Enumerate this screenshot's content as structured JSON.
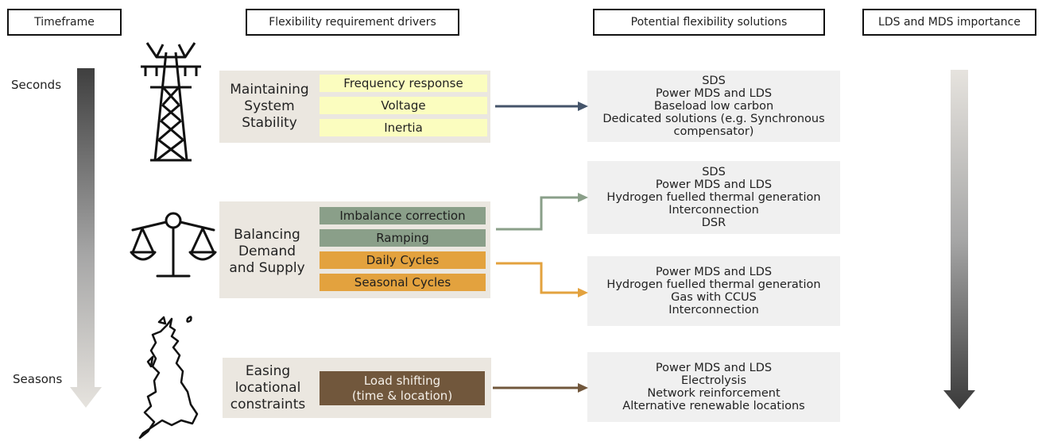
{
  "headers": {
    "timeframe": "Timeframe",
    "drivers": "Flexibility requirement drivers",
    "solutions": "Potential flexibility solutions",
    "importance": "LDS and MDS importance"
  },
  "timescale": {
    "start": "Seconds",
    "end": "Seasons"
  },
  "groups": [
    {
      "title": "Maintaining\nSystem\nStability",
      "icon": "pylon-icon",
      "drivers": [
        "Frequency response",
        "Voltage",
        "Inertia"
      ],
      "color": "#fbfdbf"
    },
    {
      "title": "Balancing\nDemand\nand Supply",
      "icon": "scales-icon",
      "drivers": [
        "Imbalance correction",
        "Ramping",
        "Daily Cycles",
        "Seasonal Cycles"
      ],
      "colors": [
        "#8a9f89",
        "#8a9f89",
        "#e3a23e",
        "#e3a23e"
      ]
    },
    {
      "title": "Easing\nlocational\nconstraints",
      "icon": "great-britain-map-icon",
      "drivers": [
        "Load shifting\n(time & location)"
      ],
      "color": "#71573c"
    }
  ],
  "solutions": [
    {
      "items": [
        "SDS",
        "Power MDS and LDS",
        "Baseload low carbon",
        "Dedicated solutions (e.g. Synchronous",
        "compensator)"
      ],
      "arrow_color": "#44546a"
    },
    {
      "items": [
        "SDS",
        "Power MDS and LDS",
        "Hydrogen fuelled thermal generation",
        "Interconnection",
        "DSR"
      ],
      "arrow_color": "#8a9f89"
    },
    {
      "items": [
        "Power MDS and LDS",
        "Hydrogen fuelled thermal generation",
        "Gas with CCUS",
        "Interconnection"
      ],
      "arrow_color": "#e3a23e"
    },
    {
      "items": [
        "Power MDS and LDS",
        "Electrolysis",
        "Network reinforcement",
        "Alternative renewable locations"
      ],
      "arrow_color": "#71573c"
    }
  ]
}
